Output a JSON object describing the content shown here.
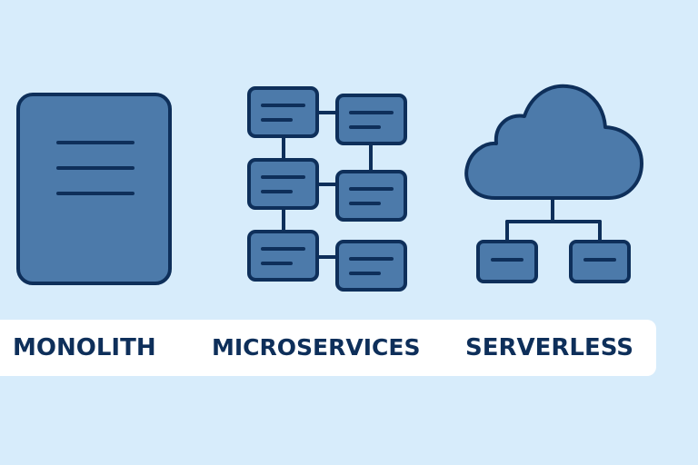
{
  "colors": {
    "background": "#d7ecfb",
    "fill": "#4c7aaa",
    "outline": "#0e2f5a",
    "band": "#ffffff"
  },
  "labels": {
    "monolith": "MONOLITH",
    "microservices": "MICROSERVICES",
    "serverless": "SERVERLESS"
  },
  "icons": {
    "monolith": "document-block-icon",
    "microservices": "service-grid-icon",
    "serverless": "cloud-functions-icon"
  }
}
